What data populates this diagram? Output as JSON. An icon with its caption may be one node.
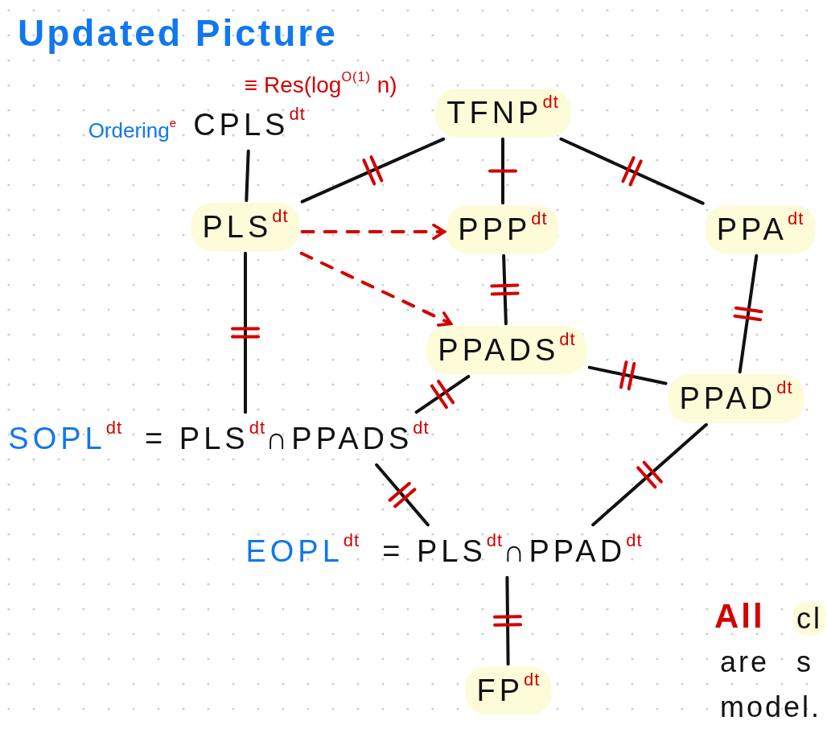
{
  "diagram": {
    "title": "Updated Picture",
    "nodes": [
      {
        "text": [
          "CPLS$^{dt}$"
        ],
        "beside": [
          "Ordering$^{e}$",
          "≡ Res(log$^{O(1)}$ n)"
        ]
      },
      {
        "text": [
          "TFNP$^{dt}$"
        ]
      },
      {
        "text": [
          "PLS$^{dt}$"
        ]
      },
      {
        "text": [
          "PPP$^{dt}$"
        ]
      },
      {
        "text": [
          "PPA$^{dt}$"
        ]
      },
      {
        "text": [
          "PPADS$^{dt}$"
        ]
      },
      {
        "text": [
          "PPAD$^{dt}$"
        ]
      },
      {
        "text": [
          "SOPL$^{dt}$",
          "= PLS$^{dt}$∩PPADS$^{dt}$"
        ]
      },
      {
        "text": [
          "EOPL$^{dt}$",
          "= PLS$^{dt}$∩PPAD$^{dt}$"
        ]
      },
      {
        "text": [
          "FP$^{dt}$"
        ]
      }
    ],
    "edges": [
      {
        "from": 0,
        "to": 2,
        "arrow": "none"
      },
      {
        "from": 2,
        "to": 1,
        "arrow": "none"
      },
      {
        "from": 1,
        "to": 3,
        "arrow": "none"
      },
      {
        "from": 1,
        "to": 4,
        "arrow": "none"
      },
      {
        "from": 2,
        "to": 3,
        "arrow": "to",
        "style": "dashed",
        "color": "#d40000"
      },
      {
        "from": 2,
        "to": 5,
        "arrow": "to",
        "style": "dashed",
        "color": "#d40000"
      },
      {
        "from": 2,
        "to": 7,
        "arrow": "none"
      },
      {
        "from": 3,
        "to": 5,
        "arrow": "none"
      },
      {
        "from": 4,
        "to": 6,
        "arrow": "none"
      },
      {
        "from": 5,
        "to": 6,
        "arrow": "none"
      },
      {
        "from": 5,
        "to": 7,
        "arrow": "none"
      },
      {
        "from": 7,
        "to": 8,
        "arrow": "none"
      },
      {
        "from": 6,
        "to": 8,
        "arrow": "none"
      },
      {
        "from": 8,
        "to": 9,
        "arrow": "none"
      }
    ],
    "labels": [
      "All",
      "cl",
      "are",
      "s",
      "model."
    ]
  }
}
